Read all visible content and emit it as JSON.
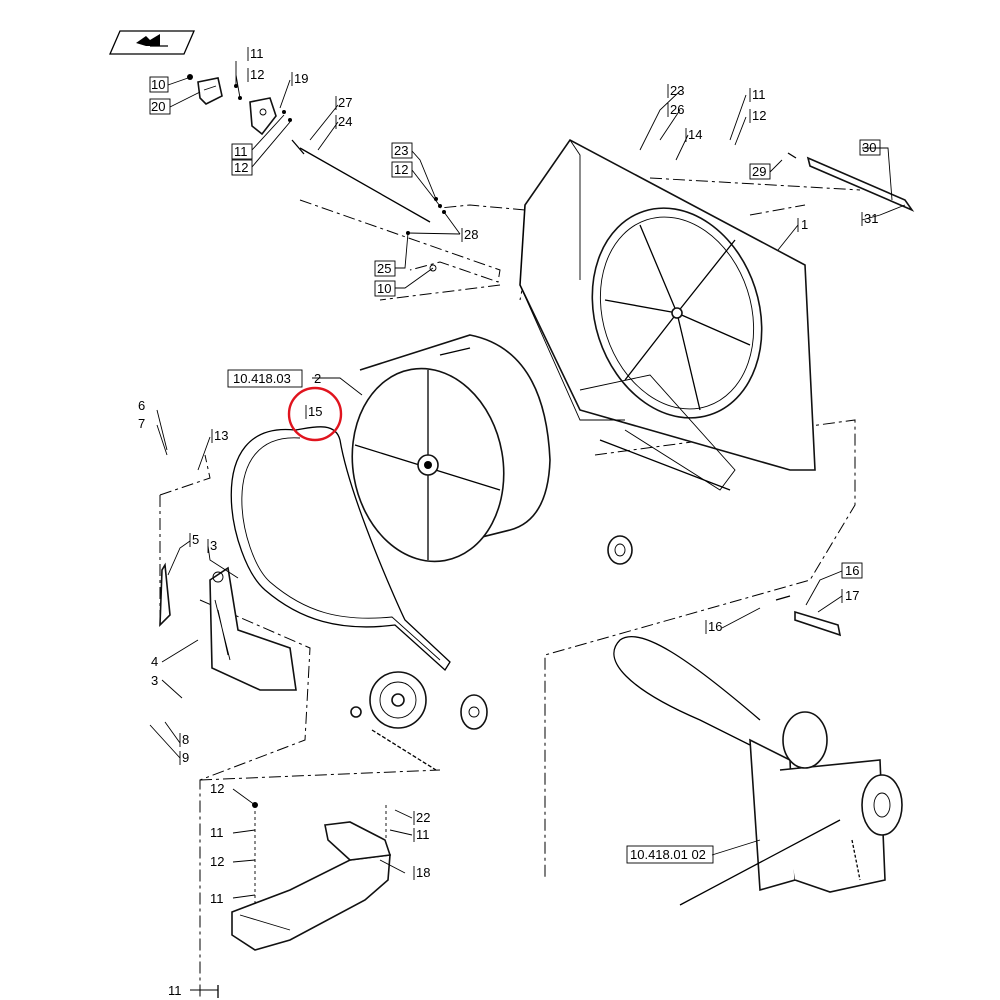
{
  "nav_icon": "page-arrow-icon",
  "highlight_color": "#e0141e",
  "callouts": {
    "c11a": "11",
    "c12a": "12",
    "c10a": "10",
    "c19": "19",
    "c20": "20",
    "c27": "27",
    "c24": "24",
    "c11b": "11",
    "c12b": "12",
    "c23a": "23",
    "c12c": "12",
    "c28": "28",
    "c25": "25",
    "c10b": "10",
    "c23b": "23",
    "c26": "26",
    "c14": "14",
    "c11c": "11",
    "c12d": "12",
    "c29": "29",
    "c30": "30",
    "c31": "31",
    "c1": "1",
    "ref_top": "10.418.03",
    "c2": "2",
    "c15": "15",
    "c6": "6",
    "c7": "7",
    "c13": "13",
    "c5": "5",
    "c3a": "3",
    "c4": "4",
    "c3b": "3",
    "c8": "8",
    "c9": "9",
    "c16a": "16",
    "c17": "17",
    "c16b": "16",
    "ref_bottom": "10.418.01 02",
    "c12e": "12",
    "c11d": "11",
    "c12f": "12",
    "c11e": "11",
    "c22": "22",
    "c11f": "11",
    "c18": "18",
    "c11g": "11"
  }
}
